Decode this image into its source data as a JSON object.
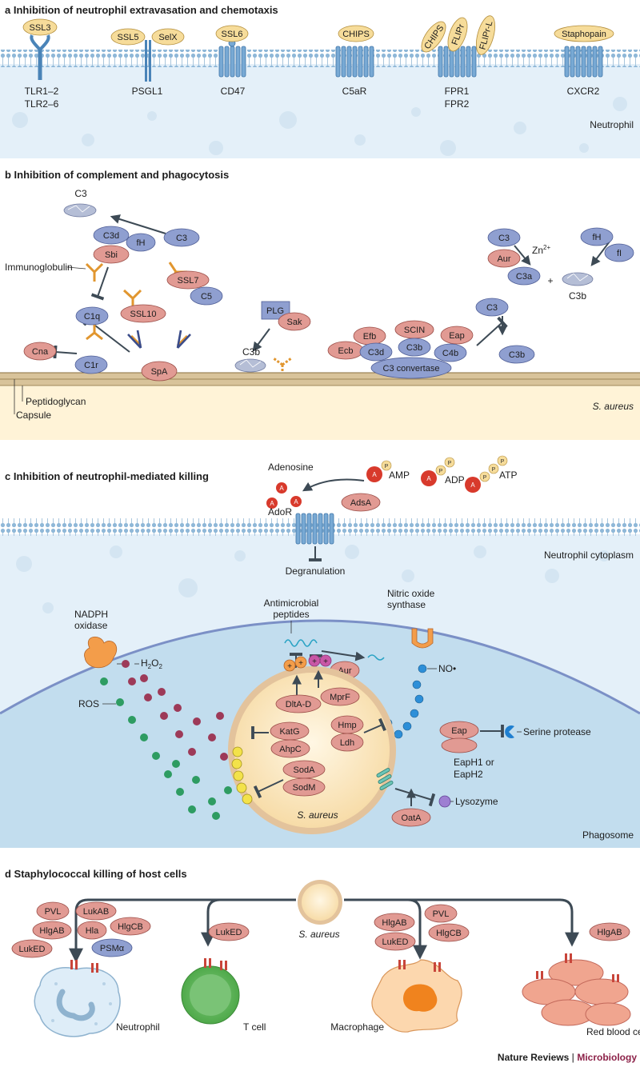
{
  "colors": {
    "tan": "#f6dc9a",
    "pink": "#e19a93",
    "blue": "#8f9fd0",
    "membrane": "#8fb8d8",
    "cellfill": "#e4f0f9",
    "phagosome": "#c2ddee",
    "capsule": "#fff3d7",
    "red": "#d83a2c",
    "orange": "#f39d4a",
    "magenta": "#c857a6",
    "green": "#2e9c62",
    "maroon": "#9d3a58",
    "brand": "#8c2148"
  },
  "panel_a": {
    "title": "a  Inhibition of neutrophil extravasation and chemotaxis",
    "inhibitors": [
      "SSL3",
      "SSL5",
      "SelX",
      "SSL6",
      "CHIPS",
      "CHIPS",
      "FLIPr",
      "FLIPr-L",
      "Staphopain"
    ],
    "receptors": [
      "TLR1–2",
      "TLR2–6",
      "PSGL1",
      "CD47",
      "C5aR",
      "FPR1",
      "FPR2",
      "CXCR2"
    ],
    "cell": "Neutrophil"
  },
  "panel_b": {
    "title": "b  Inhibition of complement and phagocytosis",
    "labels": {
      "c3_top": "C3",
      "c3d": "C3d",
      "fh": "fH",
      "c3": "C3",
      "sbi": "Sbi",
      "ig": "Immunoglobulin",
      "ssl7": "SSL7",
      "c5": "C5",
      "ssl10": "SSL10",
      "c1q": "C1q",
      "cna": "Cna",
      "c1r": "C1r",
      "spa": "SpA",
      "plg": "PLG",
      "sak": "Sak",
      "c3b_plg": "C3b",
      "ecb": "Ecb",
      "efb": "Efb",
      "c3d_2": "C3d",
      "scin": "SCIN",
      "c3b_mid": "C3b",
      "eap": "Eap",
      "c4b": "C4b",
      "c3conv": "C3 convertase",
      "c3_right": "C3",
      "c3b_right": "C3b",
      "c3_zn": "C3",
      "aur": "Aur",
      "zn": "Zn",
      "zn_sup": "2+",
      "c3a": "C3a",
      "plus": "+",
      "c3b_zn": "C3b",
      "fh_2": "fH",
      "fi": "fI",
      "pg": "Peptidoglycan",
      "capsule": "Capsule",
      "sa": "S. aureus"
    }
  },
  "panel_c": {
    "title": "c  Inhibition of neutrophil-mediated killing",
    "labels": {
      "adenosine": "Adenosine",
      "a": "A",
      "p": "P",
      "amp": "AMP",
      "adp": "ADP",
      "atp": "ATP",
      "adsa": "AdsA",
      "ador": "AdoR",
      "degran": "Degranulation",
      "cyto": "Neutrophil cytoplasm",
      "amp_pep1": "Antimicrobial",
      "amp_pep2": "peptides",
      "nos1": "Nitric oxide",
      "nos2": "synthase",
      "nadph1": "NADPH",
      "nadph2": "oxidase",
      "h2o2": "H",
      "h2o2_sub": "2",
      "h2o2_o": "O",
      "h2o2_sub2": "2",
      "no": "NO•",
      "aur": "Aur",
      "ros": "ROS",
      "dlt": "DltA-D",
      "mprf": "MprF",
      "katg": "KatG",
      "ahpc": "AhpC",
      "hmp": "Hmp",
      "ldh": "Ldh",
      "soda": "SodA",
      "sodm": "SodM",
      "sa": "S. aureus",
      "eap": "Eap",
      "eaph1": "EapH1 or",
      "eaph2": "EapH2",
      "serine": "Serine protease",
      "oata": "OatA",
      "lysozyme": "Lysozyme",
      "phagosome": "Phagosome",
      "plus": "+"
    }
  },
  "panel_d": {
    "title": "d  Staphylococcal killing of host cells",
    "sa": "S. aureus",
    "neutrophil_toxins": [
      "PVL",
      "LukAB",
      "HlgAB",
      "Hla",
      "HlgCB",
      "LukED",
      "PSMα"
    ],
    "tcell_toxins": [
      "LukED"
    ],
    "macrophage_toxins": [
      "HlgAB",
      "PVL",
      "LukED",
      "HlgCB"
    ],
    "rbc_toxins": [
      "HlgAB"
    ],
    "cells": [
      "Neutrophil",
      "T cell",
      "Macrophage",
      "Red blood cells"
    ]
  },
  "credit": {
    "journal": "Nature Reviews",
    "sep": " | ",
    "section": "Microbiology"
  }
}
